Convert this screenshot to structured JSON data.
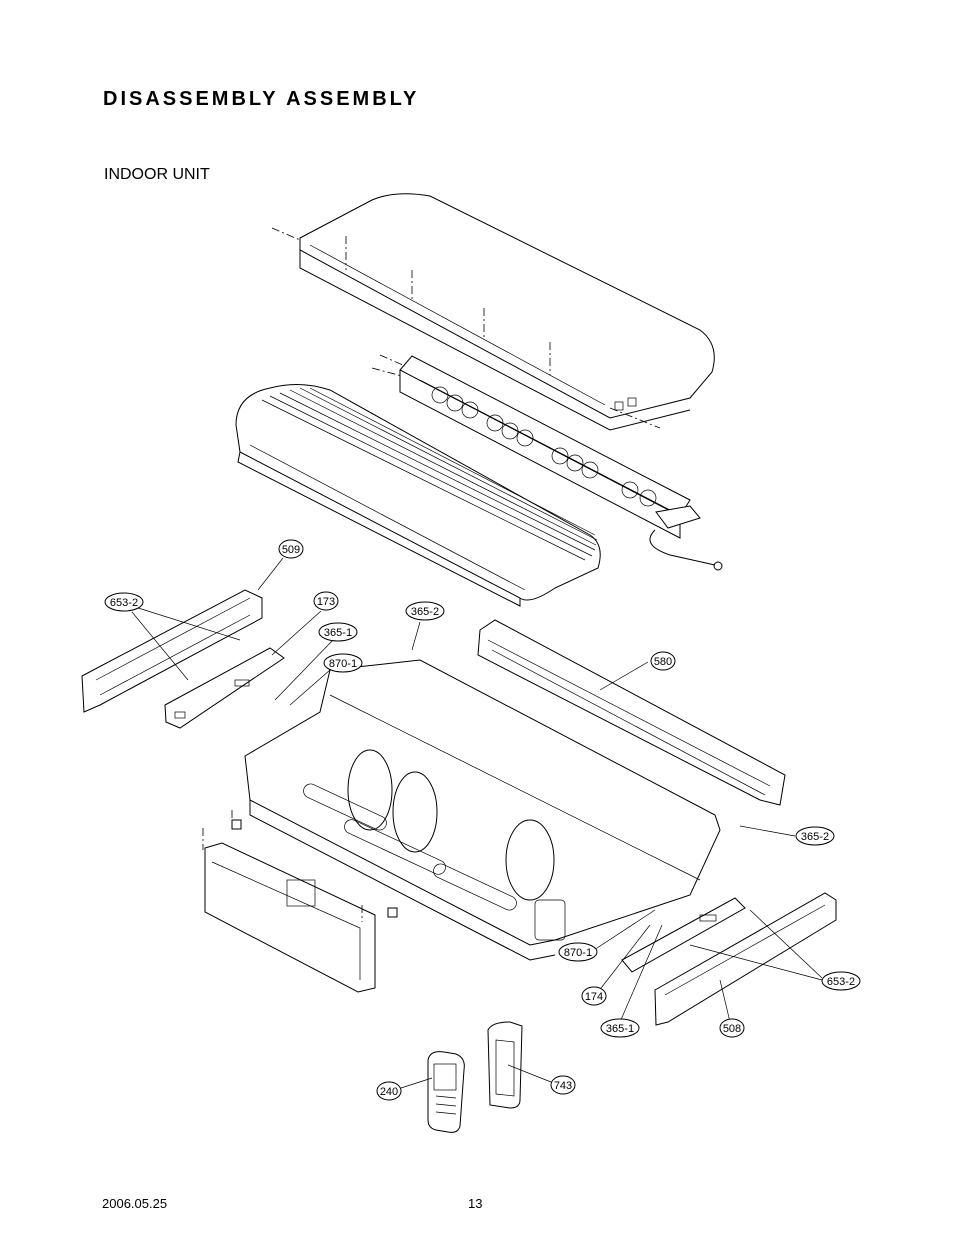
{
  "header": {
    "title": "DISASSEMBLY ASSEMBLY",
    "subtitle": "INDOOR UNIT"
  },
  "callouts": {
    "c509": "509",
    "c653_2_left": "653-2",
    "c173": "173",
    "c365_1_left": "365-1",
    "c870_1_left": "870-1",
    "c365_2_top": "365-2",
    "c580": "580",
    "c365_2_right": "365-2",
    "c870_1_right": "870-1",
    "c174": "174",
    "c365_1_right": "365-1",
    "c508": "508",
    "c653_2_right": "653-2",
    "c240": "240",
    "c743": "743"
  },
  "footer": {
    "date": "2006.05.25",
    "page": "13"
  }
}
